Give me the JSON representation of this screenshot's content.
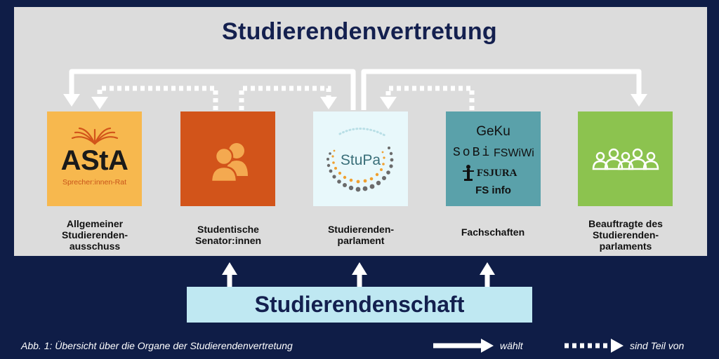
{
  "title": "Studierendenvertretung",
  "organs": [
    {
      "label": "Allgemeiner\nStudierenden-\nausschuss",
      "logo_main": "AStA",
      "logo_sub": "Sprecher:innen-Rat",
      "color": "#f7b84e"
    },
    {
      "label": "Studentische\nSenator:innen",
      "color": "#d2541a"
    },
    {
      "label": "Studierenden-\nparlament",
      "logo_main": "StuPa",
      "color": "#e8f8fb"
    },
    {
      "label": "Fachschaften",
      "logos": [
        "GeKu",
        "SoBi",
        "FSWiWi",
        "FSJURA",
        "FS info"
      ],
      "color": "#5aa1aa"
    },
    {
      "label": "Beauftragte des\nStudierenden-\nparlaments",
      "color": "#8cc34f"
    }
  ],
  "studierendenschaft": "Studierendenschaft",
  "caption": "Abb. 1: Übersicht über die Organe der Studierendenvertretung",
  "legend": {
    "solid": "wählt",
    "dotted": "sind Teil von"
  }
}
